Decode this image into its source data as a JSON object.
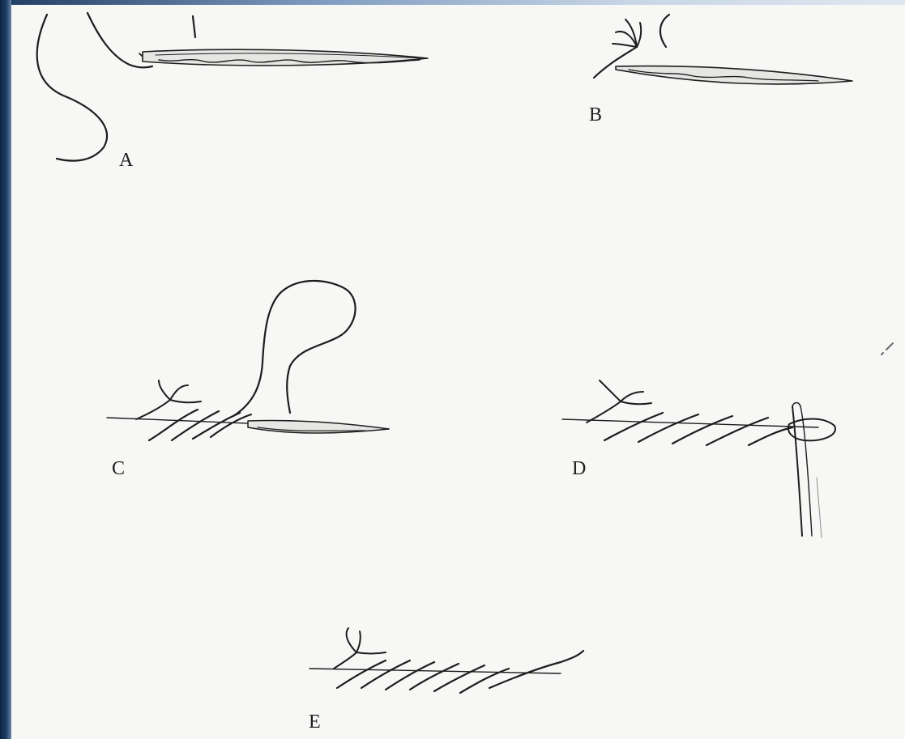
{
  "figure": {
    "panels": [
      {
        "id": "A",
        "label": "A"
      },
      {
        "id": "B",
        "label": "B"
      },
      {
        "id": "C",
        "label": "C"
      },
      {
        "id": "D",
        "label": "D"
      },
      {
        "id": "E",
        "label": "E"
      }
    ]
  },
  "colors": {
    "background": "#f7f7f6",
    "ink": "#1d1d1d",
    "frame_edge": "#1d3f66"
  }
}
